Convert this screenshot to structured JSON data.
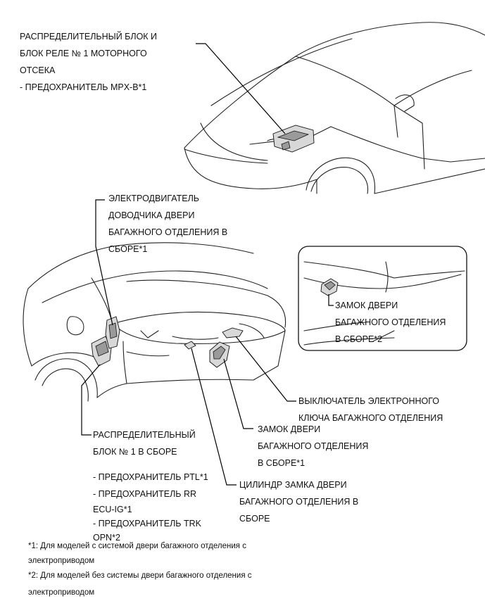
{
  "callouts": {
    "engine_block": {
      "lines": [
        "РАСПРЕДЕЛИТЕЛЬНЫЙ БЛОК И",
        "БЛОК РЕЛЕ № 1 МОТОРНОГО",
        "ОТСЕКА",
        "- ПРЕДОХРАНИТЕЛЬ MPX-B*1"
      ]
    },
    "closer_motor": {
      "lines": [
        "ЭЛЕКТРОДВИГАТЕЛЬ",
        "ДОВОДЧИКА ДВЕРИ",
        "БАГАЖНОГО ОТДЕЛЕНИЯ В",
        "СБОРЕ*1"
      ]
    },
    "inset_lock": {
      "lines": [
        "ЗАМОК ДВЕРИ",
        "БАГАЖНОГО ОТДЕЛЕНИЯ",
        "В СБОРЕ*2"
      ]
    },
    "key_switch": {
      "lines": [
        "ВЫКЛЮЧАТЕЛЬ ЭЛЕКТРОННОГО",
        "КЛЮЧА БАГАЖНОГО ОТДЕЛЕНИЯ"
      ]
    },
    "trunk_lock": {
      "lines": [
        "ЗАМОК ДВЕРИ",
        "БАГАЖНОГО ОТДЕЛЕНИЯ",
        "В СБОРЕ*1"
      ]
    },
    "junction_block": {
      "lines": [
        "РАСПРЕДЕЛИТЕЛЬНЫЙ",
        "БЛОК № 1 В СБОРЕ"
      ]
    },
    "fuses": {
      "lines": [
        "- ПРЕДОХРАНИТЕЛЬ PTL*1",
        "- ПРЕДОХРАНИТЕЛЬ RR",
        "ECU-IG*1",
        "- ПРЕДОХРАНИТЕЛЬ TRK",
        "OPN*2"
      ]
    },
    "lock_cylinder": {
      "lines": [
        "ЦИЛИНДР ЗАМКА ДВЕРИ",
        "БАГАЖНОГО ОТДЕЛЕНИЯ В",
        "СБОРЕ"
      ]
    }
  },
  "footnotes": {
    "lines": [
      "*1: Для моделей с системой двери багажного отделения с",
      "электроприводом",
      "*2: Для моделей без системы двери багажного отделения с",
      "электроприводом"
    ]
  }
}
